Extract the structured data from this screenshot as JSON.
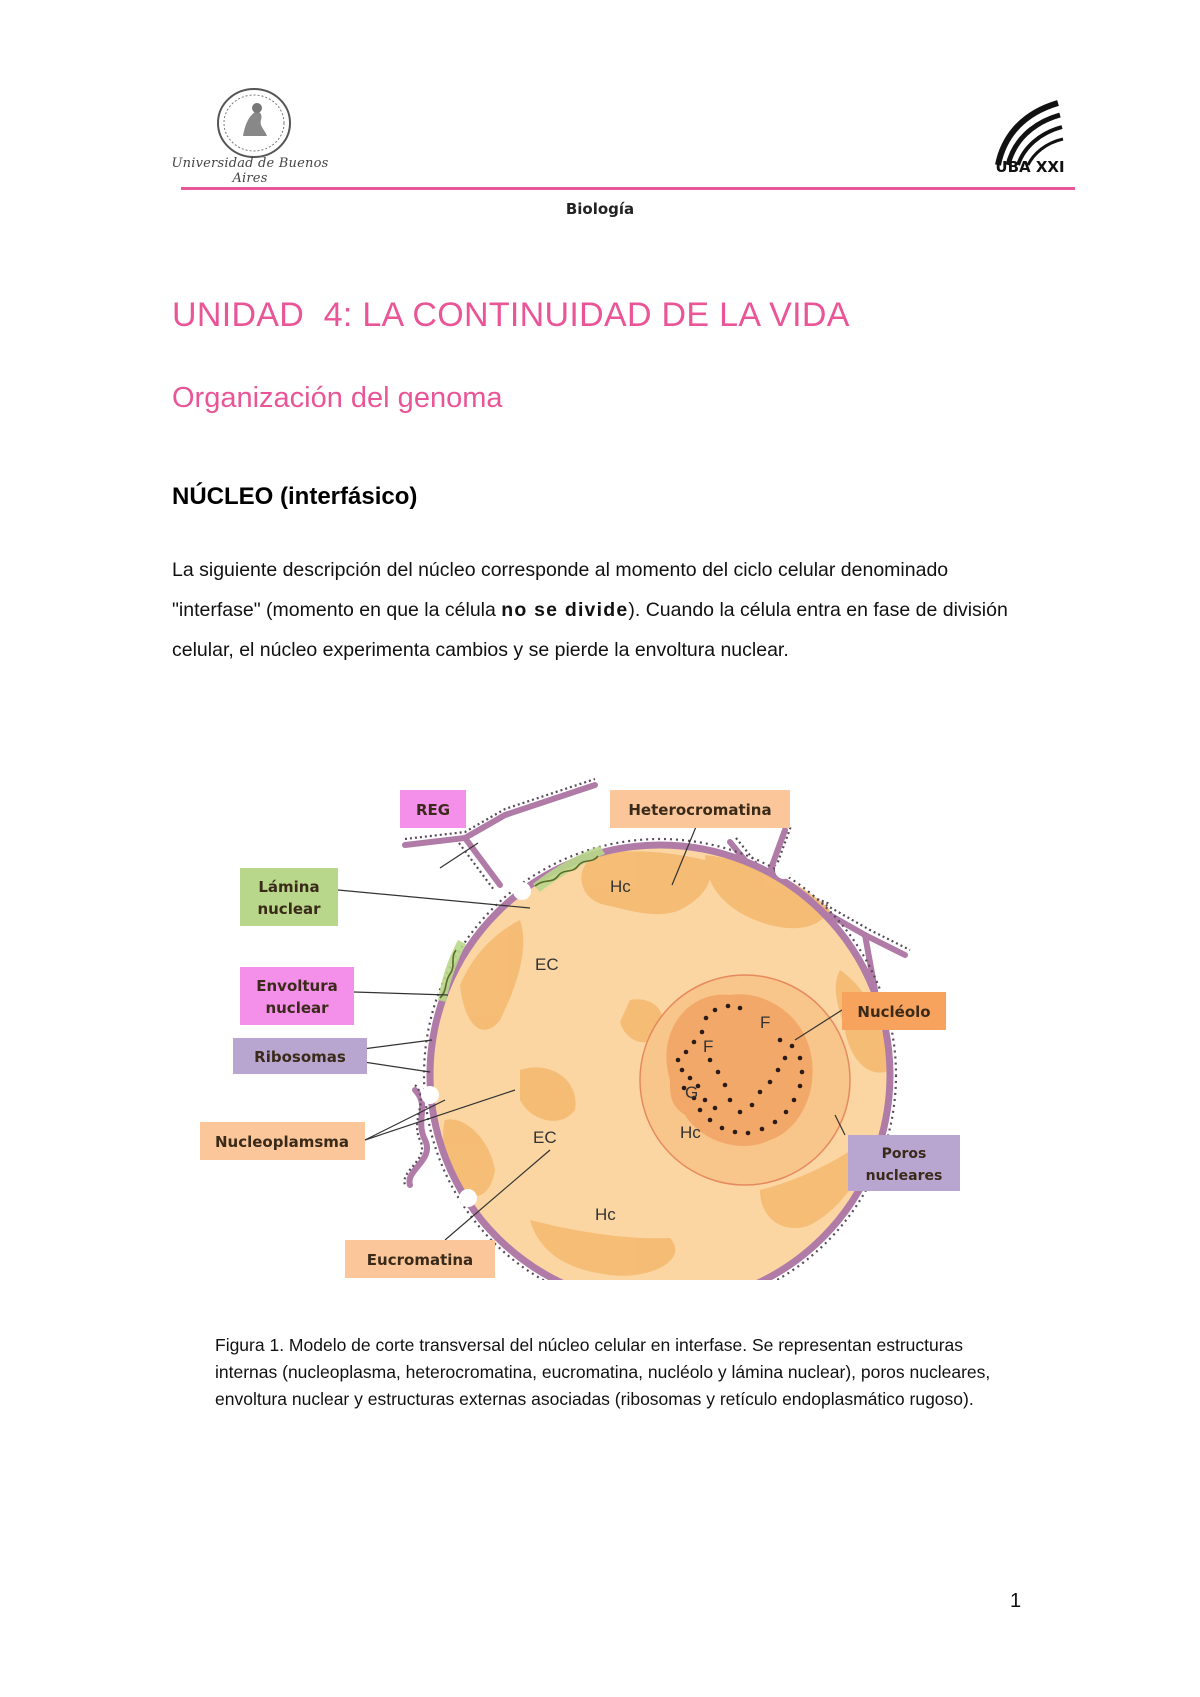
{
  "header": {
    "university_signature": "Universidad de Buenos Aires",
    "program_logo_text": "UBA XXI",
    "subject": "Biología"
  },
  "unit_title": "UNIDAD  4: LA CONTINUIDAD DE LA VIDA",
  "section_title": "Organización del genoma",
  "subsection_title": "NÚCLEO (interfásico)",
  "intro": {
    "part1": "La siguiente descripción del núcleo corresponde al momento del ciclo celular denominado \"interfase\" (momento en que la célula ",
    "bold": "no se divide",
    "part2": "). Cuando la célula entra en fase de división celular, el núcleo experimenta cambios y se pierde la envoltura nuclear."
  },
  "figure": {
    "labels": {
      "reg": "REG",
      "heterocromatina": "Heterocromatina",
      "lamina_1": "Lámina",
      "lamina_2": "nuclear",
      "envoltura_1": "Envoltura",
      "envoltura_2": "nuclear",
      "ribosomas": "Ribosomas",
      "nucleolo": "Nucléolo",
      "nucleoplasma": "Nucleoplamsma",
      "poros_1": "Poros",
      "poros_2": "nucleares",
      "eucromatina": "Eucromatina"
    },
    "inner": {
      "hc_top": "Hc",
      "ec_top": "EC",
      "ec_bottom": "EC",
      "hc_bottom": "Hc",
      "hc_nucleolus": "Hc",
      "f1": "F",
      "f2": "F",
      "g": "G"
    },
    "colors": {
      "pink": "#f48fea",
      "green": "#b8d78a",
      "purple": "#b9a6d0",
      "orange": "#f7a35d",
      "peach": "#fbc79a",
      "membrane": "#b07ba7",
      "nucleus_fill": "#fbd6a2",
      "heterochromatin": "#f4b86f"
    }
  },
  "caption": "Figura 1. Modelo de corte transversal del núcleo celular en interfase. Se representan estructuras internas (nucleoplasma, heterocromatina, eucromatina, nucléolo y lámina nuclear), poros nucleares, envoltura nuclear y estructuras externas asociadas (ribosomas y retículo endoplasmático rugoso).",
  "page_number": "1"
}
